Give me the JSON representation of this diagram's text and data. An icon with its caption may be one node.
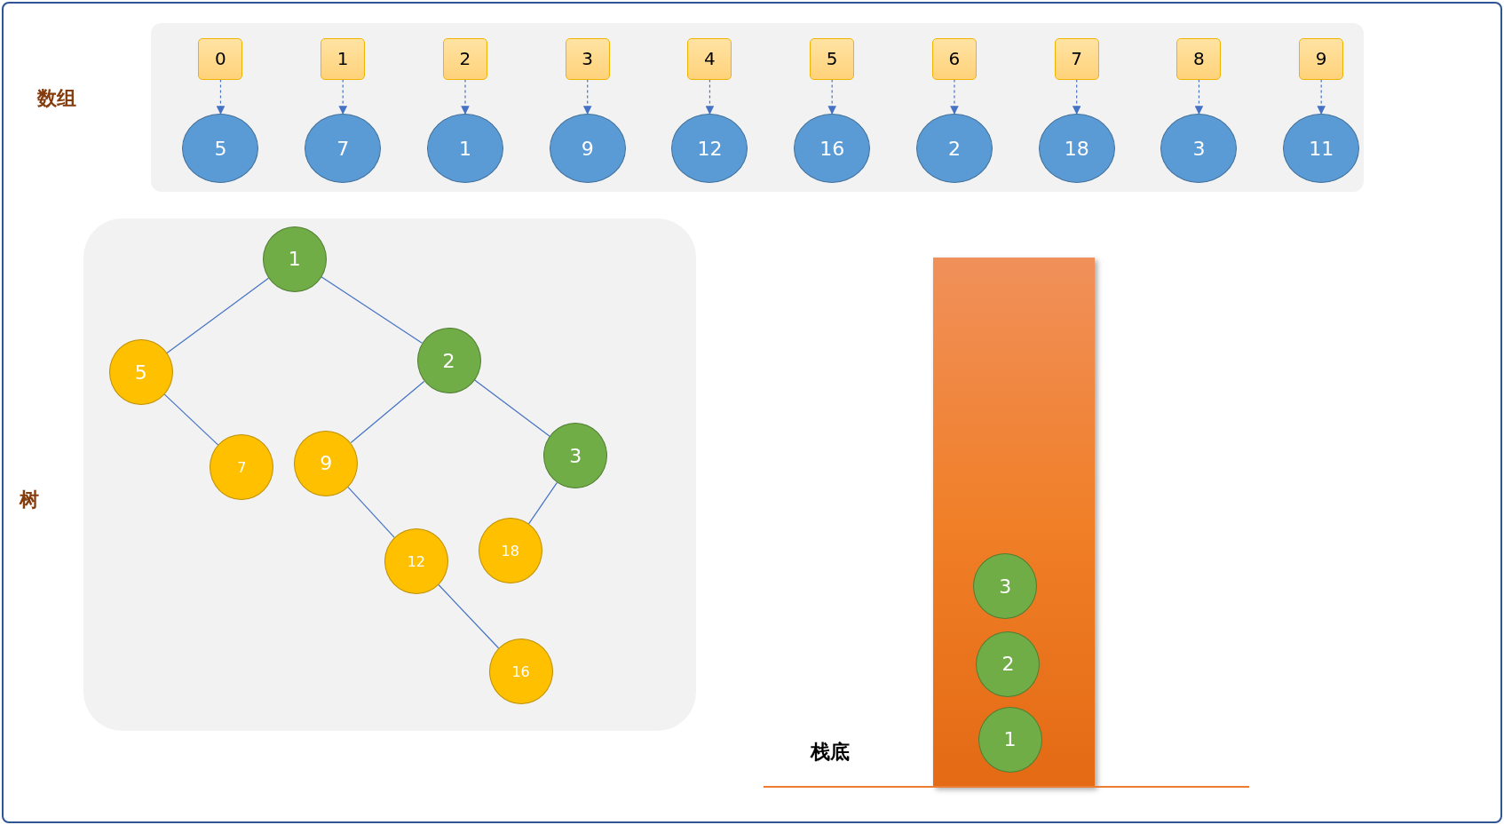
{
  "diagram": {
    "nodes": [
      {
        "text": [
          "数组"
        ]
      },
      {
        "text": [
          "0"
        ],
        "in": 0
      },
      {
        "text": [
          "1"
        ],
        "in": 0
      },
      {
        "text": [
          "2"
        ],
        "in": 0
      },
      {
        "text": [
          "3"
        ],
        "in": 0
      },
      {
        "text": [
          "4"
        ],
        "in": 0
      },
      {
        "text": [
          "5"
        ],
        "in": 0
      },
      {
        "text": [
          "6"
        ],
        "in": 0
      },
      {
        "text": [
          "7"
        ],
        "in": 0
      },
      {
        "text": [
          "8"
        ],
        "in": 0
      },
      {
        "text": [
          "9"
        ],
        "in": 0
      },
      {
        "text": [
          "5"
        ],
        "in": 0
      },
      {
        "text": [
          "7"
        ],
        "in": 0
      },
      {
        "text": [
          "1"
        ],
        "in": 0
      },
      {
        "text": [
          "9"
        ],
        "in": 0
      },
      {
        "text": [
          "12"
        ],
        "in": 0
      },
      {
        "text": [
          "16"
        ],
        "in": 0
      },
      {
        "text": [
          "2"
        ],
        "in": 0
      },
      {
        "text": [
          "18"
        ],
        "in": 0
      },
      {
        "text": [
          "3"
        ],
        "in": 0
      },
      {
        "text": [
          "11"
        ],
        "in": 0
      },
      {
        "text": [
          "树"
        ]
      },
      {
        "text": [
          "1"
        ],
        "in": 21
      },
      {
        "text": [
          "5"
        ],
        "in": 21
      },
      {
        "text": [
          "2"
        ],
        "in": 21
      },
      {
        "text": [
          "7"
        ],
        "in": 21
      },
      {
        "text": [
          "9"
        ],
        "in": 21
      },
      {
        "text": [
          "3"
        ],
        "in": 21
      },
      {
        "text": [
          "12"
        ],
        "in": 21
      },
      {
        "text": [
          "18"
        ],
        "in": 21
      },
      {
        "text": [
          "16"
        ],
        "in": 21
      },
      {
        "text": [],
        "shape": "bar"
      },
      {
        "text": [
          "3"
        ],
        "in": 31
      },
      {
        "text": [
          "2"
        ],
        "in": 31
      },
      {
        "text": [
          "1"
        ],
        "in": 31
      }
    ],
    "edges": [
      {
        "from": 1,
        "to": 11,
        "arrow": "to",
        "style": "dashed"
      },
      {
        "from": 2,
        "to": 12,
        "arrow": "to",
        "style": "dashed"
      },
      {
        "from": 3,
        "to": 13,
        "arrow": "to",
        "style": "dashed"
      },
      {
        "from": 4,
        "to": 14,
        "arrow": "to",
        "style": "dashed"
      },
      {
        "from": 5,
        "to": 15,
        "arrow": "to",
        "style": "dashed"
      },
      {
        "from": 6,
        "to": 16,
        "arrow": "to",
        "style": "dashed"
      },
      {
        "from": 7,
        "to": 17,
        "arrow": "to",
        "style": "dashed"
      },
      {
        "from": 8,
        "to": 18,
        "arrow": "to",
        "style": "dashed"
      },
      {
        "from": 9,
        "to": 19,
        "arrow": "to",
        "style": "dashed"
      },
      {
        "from": 10,
        "to": 20,
        "arrow": "to",
        "style": "dashed"
      },
      {
        "from": 22,
        "to": 23,
        "arrow": "none"
      },
      {
        "from": 22,
        "to": 24,
        "arrow": "none"
      },
      {
        "from": 23,
        "to": 25,
        "arrow": "none"
      },
      {
        "from": 24,
        "to": 26,
        "arrow": "none"
      },
      {
        "from": 24,
        "to": 27,
        "arrow": "none"
      },
      {
        "from": 26,
        "to": 28,
        "arrow": "none"
      },
      {
        "from": 27,
        "to": 29,
        "arrow": "none"
      },
      {
        "from": 28,
        "to": 30,
        "arrow": "none"
      }
    ],
    "labels": [
      "栈底"
    ]
  }
}
